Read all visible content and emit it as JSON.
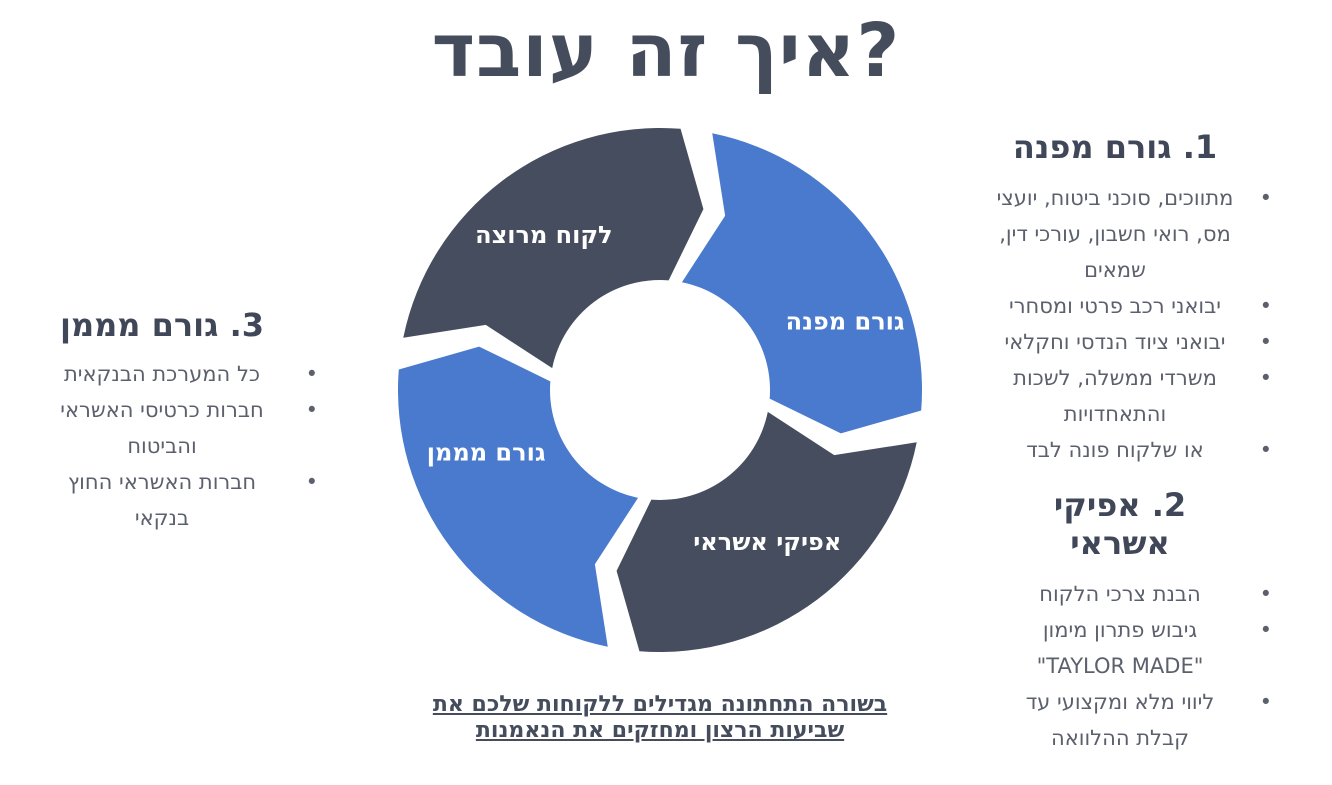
{
  "title": "איך זה עובד?",
  "colors": {
    "blue": "#4a7ace",
    "dark": "#454d5e"
  },
  "cycle": {
    "segments": [
      {
        "label": "גורם מפנה",
        "color": "#4a7ace"
      },
      {
        "label": "אפיקי אשראי",
        "color": "#454d5e"
      },
      {
        "label": "גורם מממן",
        "color": "#4a7ace"
      },
      {
        "label": "לקוח מרוצה",
        "color": "#454d5e"
      }
    ]
  },
  "section1": {
    "heading": "1. גורם מפנה",
    "items": [
      "מתווכים, סוכני ביטוח, יועצי מס, רואי חשבון, עורכי דין, שמאים",
      "יבואני רכב פרטי ומסחרי",
      "יבואני ציוד הנדסי וחקלאי",
      "משרדי ממשלה, לשכות והתאחדויות",
      "או שלקוח פונה לבד"
    ]
  },
  "section2": {
    "heading": "2. אפיקי אשראי",
    "items": [
      "הבנת צרכי הלקוח",
      "גיבוש פתרון מימון \"TAYLOR MADE\"",
      "ליווי מלא ומקצועי עד קבלת ההלוואה"
    ]
  },
  "section3": {
    "heading": "3. גורם מממן",
    "items": [
      "כל המערכת הבנקאית",
      "חברות כרטיסי האשראי והביטוח",
      "חברות האשראי החוץ בנקאי"
    ]
  },
  "footer": {
    "line1": "בשורה התחתונה מגדילים ללקוחות שלכם את",
    "line2": "שביעות הרצון ומחזקים את הנאמנות"
  }
}
